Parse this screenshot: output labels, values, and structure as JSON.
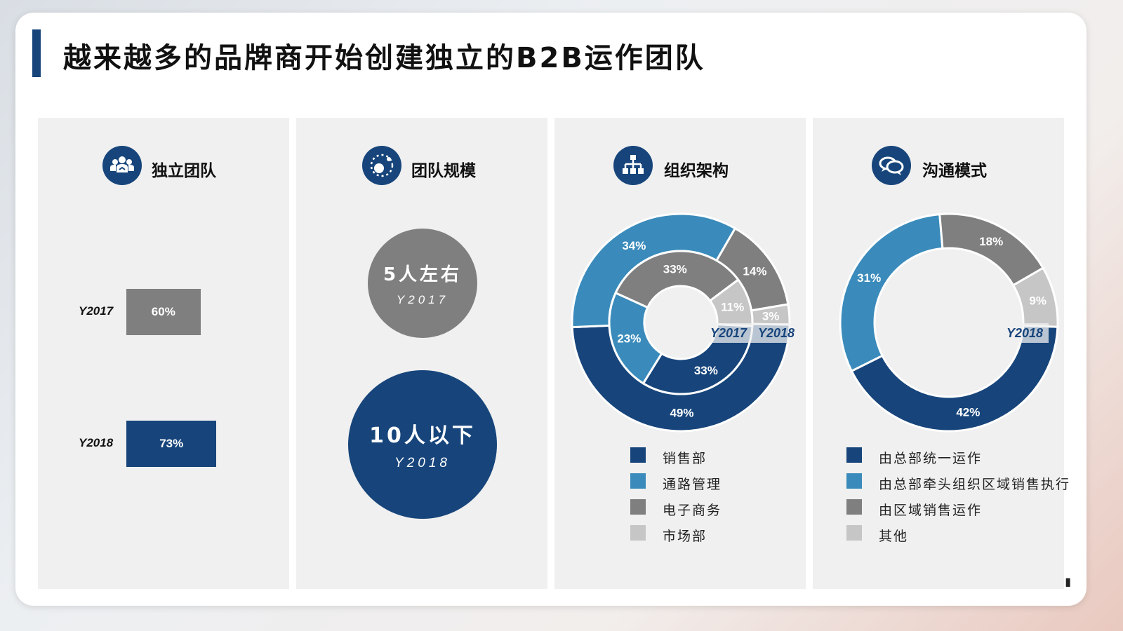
{
  "page": {
    "title": "越来越多的品牌商开始创建独立的B2B运作团队"
  },
  "panels": {
    "team": {
      "title": "独立团队",
      "icon": "team-icon"
    },
    "size": {
      "title": "团队规模",
      "icon": "scale-icon"
    },
    "org": {
      "title": "组织架构",
      "icon": "org-chart-icon"
    },
    "comm": {
      "title": "沟通模式",
      "icon": "chat-icon"
    }
  },
  "colors": {
    "navy": "#17457b",
    "blue": "#3a8bbb",
    "gray": "#7f7f7f",
    "light": "#c6c6c6"
  },
  "chart_data": [
    {
      "type": "bar",
      "orientation": "horizontal",
      "categories": [
        "Y2017",
        "Y2018"
      ],
      "values": [
        60,
        73
      ],
      "labels": [
        "60%",
        "73%"
      ],
      "colors": [
        "#7f7f7f",
        "#17457b"
      ]
    },
    {
      "type": "bubble",
      "items": [
        {
          "label": "5人左右",
          "year": "Y2017",
          "color": "#7f7f7f"
        },
        {
          "label": "10人以下",
          "year": "Y2018",
          "color": "#17457b"
        }
      ]
    },
    {
      "type": "donut",
      "categories": [
        "销售部",
        "通路管理",
        "电子商务",
        "市场部"
      ],
      "series": [
        {
          "name": "Y2017",
          "values": [
            33,
            23,
            33,
            11
          ],
          "labels": [
            "33%",
            "23%",
            "33%",
            "11%"
          ]
        },
        {
          "name": "Y2018",
          "values": [
            49,
            34,
            14,
            3
          ],
          "labels": [
            "49%",
            "34%",
            "14%",
            "3%"
          ]
        }
      ],
      "legend_position": "bottom"
    },
    {
      "type": "donut",
      "categories": [
        "由总部统一运作",
        "由总部牵头组织区域销售执行",
        "由区域销售运作",
        "其他"
      ],
      "series": [
        {
          "name": "Y2018",
          "values": [
            42,
            31,
            18,
            9
          ],
          "labels": [
            "42%",
            "31%",
            "18%",
            "9%"
          ]
        }
      ],
      "legend_position": "bottom"
    }
  ]
}
